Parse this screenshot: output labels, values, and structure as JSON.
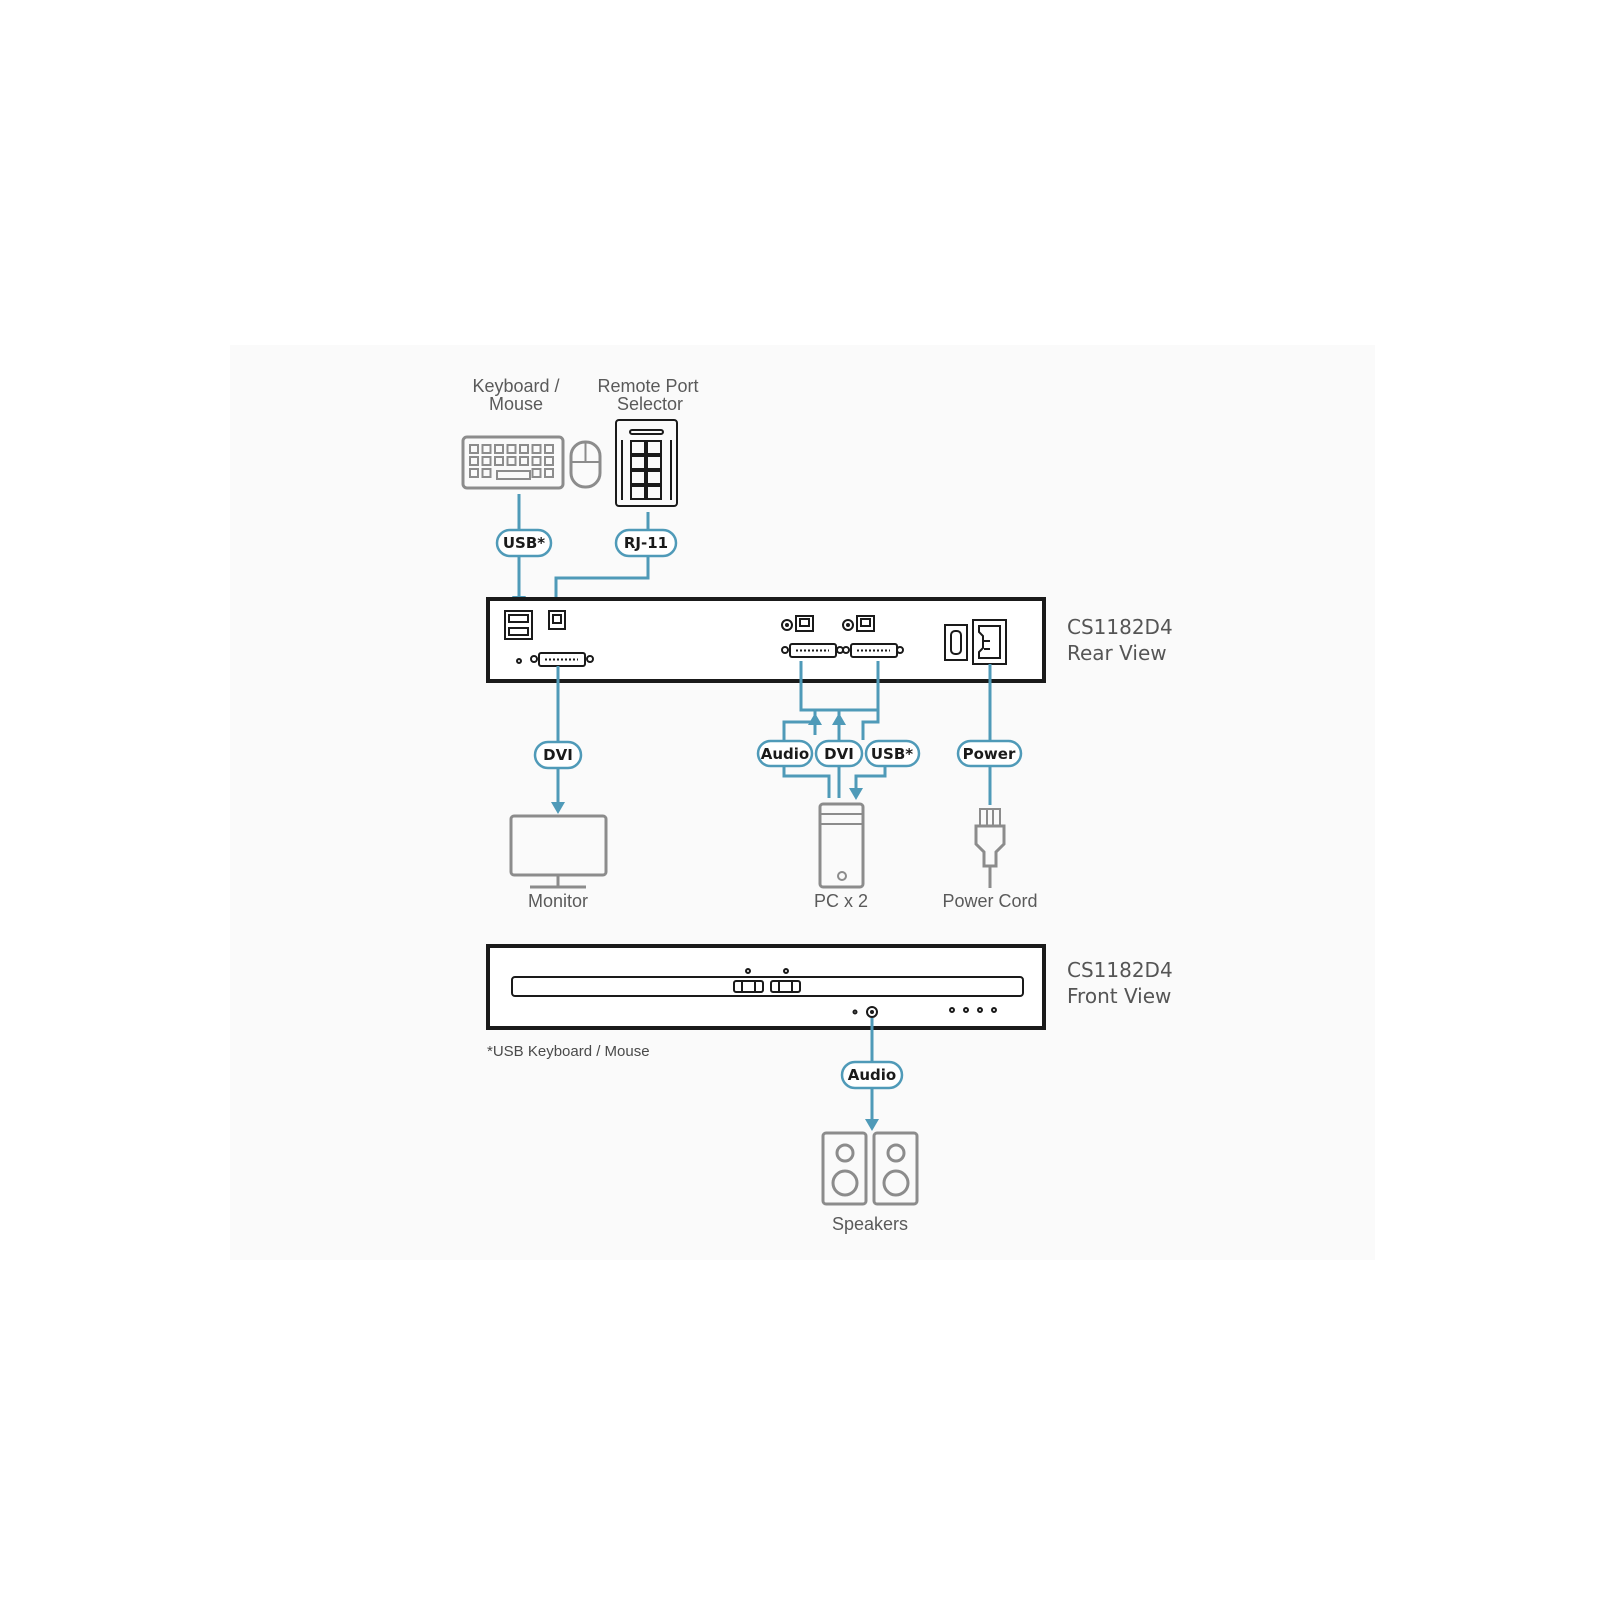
{
  "devices": {
    "keyboard_mouse": [
      "Keyboard /",
      "Mouse"
    ],
    "remote_port_selector": [
      "Remote Port",
      "Selector"
    ],
    "monitor": "Monitor",
    "pc": "PC x 2",
    "power_cord": "Power Cord",
    "speakers": "Speakers"
  },
  "rear_view": {
    "model": "CS1182D4",
    "view": "Rear View"
  },
  "front_view": {
    "model": "CS1182D4",
    "view": "Front View"
  },
  "cables": {
    "usb_top": "USB*",
    "rj11": "RJ-11",
    "dvi_monitor": "DVI",
    "audio_pc": "Audio",
    "dvi_pc": "DVI",
    "usb_pc": "USB*",
    "power": "Power",
    "audio_speakers": "Audio"
  },
  "footnote": "*USB Keyboard / Mouse",
  "colors": {
    "cable": "#4f9ab8",
    "device": "#8c8c8c",
    "switch": "#1a1a1a",
    "background": "#fafafa"
  }
}
